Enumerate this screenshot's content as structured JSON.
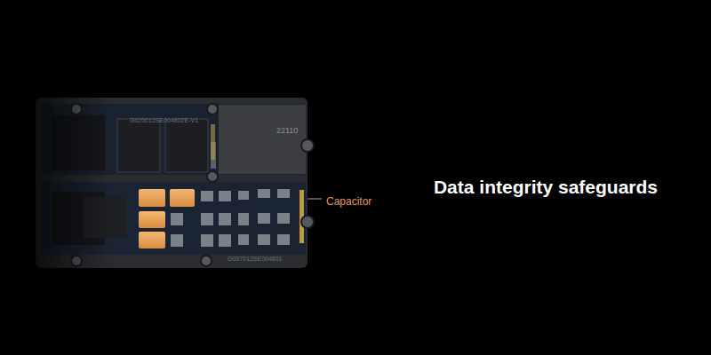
{
  "diagram": {
    "title": "Data integrity safeguards",
    "labels": [
      "Capacitor",
      "22110",
      "G020012SE004802E-V1",
      "G037012SE004801"
    ]
  }
}
